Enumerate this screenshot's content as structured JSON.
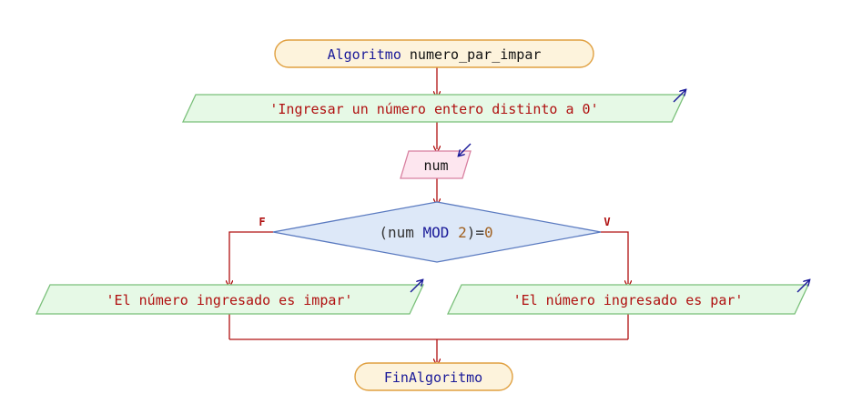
{
  "start": {
    "keyword": "Algoritmo",
    "name": "numero_par_impar"
  },
  "output_prompt": {
    "text": "'Ingresar un número entero distinto a 0'"
  },
  "input_var": {
    "text": "num"
  },
  "decision": {
    "open": "(num ",
    "op": "MOD",
    "space": " ",
    "number": "2",
    "close": ")=",
    "zero": "0"
  },
  "branch_false": {
    "label": "F",
    "text": "'El número ingresado es impar'"
  },
  "branch_true": {
    "label": "V",
    "text": "'El número ingresado es par'"
  },
  "end": {
    "keyword": "FinAlgoritmo"
  },
  "colors": {
    "terminator_fill": "#fdf3dc",
    "terminator_stroke": "#e0a040",
    "output_fill": "#e6f9e6",
    "output_stroke": "#7ac07a",
    "input_fill": "#fde6ef",
    "input_stroke": "#d880a0",
    "decision_fill": "#dde8f8",
    "decision_stroke": "#5a7ac0",
    "arrow": "#b01010",
    "io_arrow": "#1a1a99"
  },
  "icons": {
    "output_arrow": "arrow-up-right-icon",
    "input_arrow": "arrow-down-left-icon"
  }
}
